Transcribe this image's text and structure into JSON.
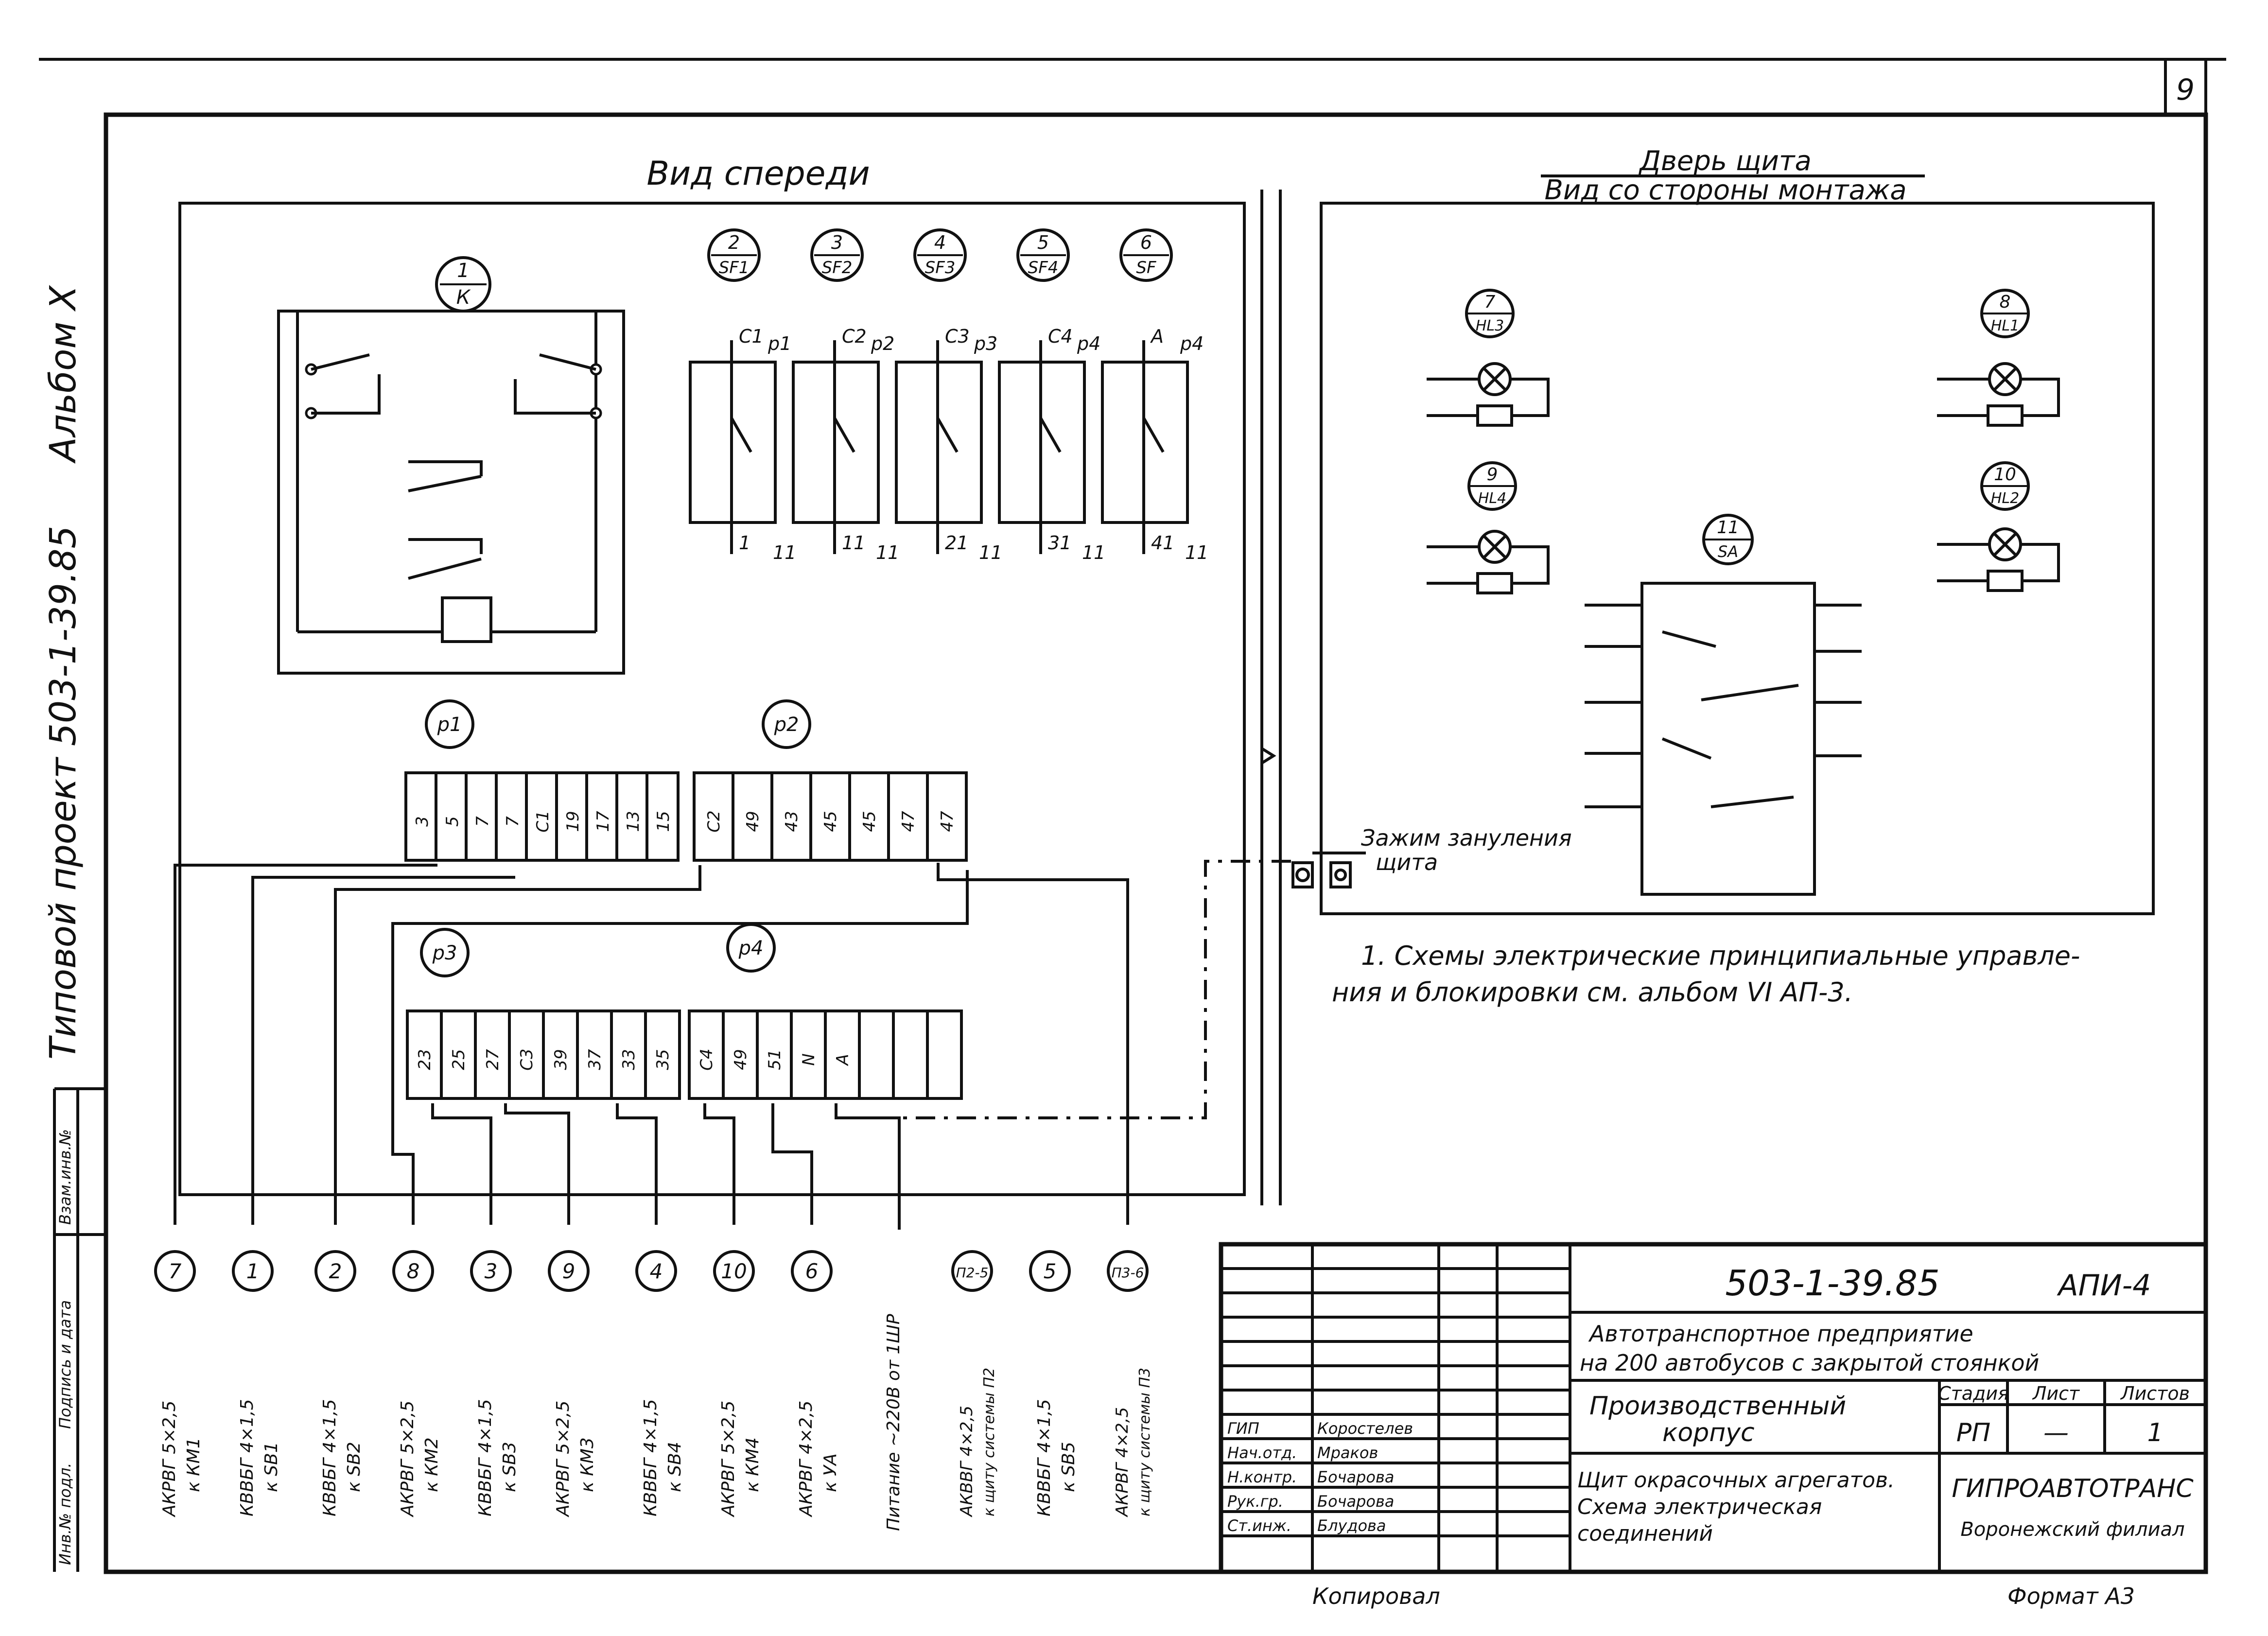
{
  "sheet_number": "9",
  "album_side": "Альбом X",
  "project_side": "Типовой проект 503-1-39.85",
  "front_view_title": "Вид спереди",
  "door_title_1": "Дверь щита",
  "door_title_2": "Вид со стороны монтажа",
  "relay_k": {
    "top": "1",
    "bottom": "К"
  },
  "breakers": [
    {
      "top": "2",
      "bottom": "SF1",
      "in": "С1",
      "in2": "р1",
      "out": "1",
      "out2": "11"
    },
    {
      "top": "3",
      "bottom": "SF2",
      "in": "С2",
      "in2": "р2",
      "out": "11",
      "out2": "11"
    },
    {
      "top": "4",
      "bottom": "SF3",
      "in": "С3",
      "in2": "р3",
      "out": "21",
      "out2": "11"
    },
    {
      "top": "5",
      "bottom": "SF4",
      "in": "С4",
      "in2": "р4",
      "out": "31",
      "out2": "11"
    },
    {
      "top": "6",
      "bottom": "SF",
      "in": "А",
      "in2": "р4",
      "out": "41",
      "out2": "11"
    }
  ],
  "lamps": [
    {
      "top": "7",
      "bottom": "НL3"
    },
    {
      "top": "8",
      "bottom": "НL1"
    },
    {
      "top": "9",
      "bottom": "НL4"
    },
    {
      "top": "10",
      "bottom": "НL2"
    }
  ],
  "switch_sa": {
    "top": "11",
    "bottom": "SA"
  },
  "terminals": {
    "p1": {
      "label": "р1",
      "cells": [
        "3",
        "5",
        "7",
        "7",
        "С1",
        "19",
        "17",
        "13",
        "15"
      ]
    },
    "p2": {
      "label": "р2",
      "cells": [
        "С2",
        "49",
        "43",
        "45",
        "45",
        "47",
        "47"
      ]
    },
    "p3": {
      "label": "р3",
      "cells": [
        "23",
        "25",
        "27",
        "С3",
        "39",
        "37",
        "33",
        "35"
      ]
    },
    "p4": {
      "label": "р4",
      "cells": [
        "С4",
        "49",
        "51",
        "N",
        "А",
        "",
        "",
        ""
      ]
    }
  },
  "ground_label_1": "Зажим зануления",
  "ground_label_2": "щита",
  "note_1": "1. Схемы электрические принципиальные управле-",
  "note_2": "ния и блокировки см. альбом VI АП-3.",
  "cables": [
    {
      "num": "7",
      "spec": "АКРВГ 5×2,5",
      "dest": "к КМ1"
    },
    {
      "num": "1",
      "spec": "КВВБГ 4×1,5",
      "dest": "к SB1"
    },
    {
      "num": "2",
      "spec": "КВВБГ 4×1,5",
      "dest": "к SB2"
    },
    {
      "num": "8",
      "spec": "АКРВГ 5×2,5",
      "dest": "к КМ2"
    },
    {
      "num": "3",
      "spec": "КВВБГ 4×1,5",
      "dest": "к SB3"
    },
    {
      "num": "9",
      "spec": "АКРВГ 5×2,5",
      "dest": "к КМ3"
    },
    {
      "num": "4",
      "spec": "КВВБГ 4×1,5",
      "dest": "к SB4"
    },
    {
      "num": "10",
      "spec": "АКРВГ 5×2,5",
      "dest": "к КМ4"
    },
    {
      "num": "6",
      "spec": "АКРВГ 4×2,5",
      "dest": "к УА"
    },
    {
      "num": "",
      "spec": "Питание ~220В от 1ШР",
      "dest": ""
    },
    {
      "num": "П2-5",
      "spec": "АКВВГ 4×2,5",
      "dest": "к щиту системы П2"
    },
    {
      "num": "5",
      "spec": "КВВБГ 4×1,5",
      "dest": "к SB5"
    },
    {
      "num": "П3-6",
      "spec": "АКРВГ 4×2,5",
      "dest": "к щиту системы П3"
    }
  ],
  "title_block": {
    "doc_code": "503-1-39.85",
    "sheet_code": "АПИ-4",
    "org_title_1": "Автотранспортное предприятие",
    "org_title_2": "на 200 автобусов с закрытой стоянкой",
    "building_1": "Производственный",
    "building_2": "корпус",
    "stage_h": "Стадия",
    "sheet_h": "Лист",
    "sheets_h": "Листов",
    "stage": "РП",
    "sheet": "—",
    "sheets": "1",
    "drawing_1": "Щит окрасочных агрегатов.",
    "drawing_2": "Схема электрическая",
    "drawing_3": "соединений",
    "company": "ГИПРОАВТОТРАНС",
    "branch": "Воронежский филиал",
    "staff": [
      {
        "role": "ГИП",
        "name": "Коростелев"
      },
      {
        "role": "Нач.отд.",
        "name": "Мраков"
      },
      {
        "role": "Н.контр.",
        "name": "Бочарова"
      },
      {
        "role": "Рук.гр.",
        "name": "Бочарова"
      },
      {
        "role": "Ст.инж.",
        "name": "Блудова"
      }
    ]
  },
  "stamp_col": [
    "Инв.№ подл.",
    "Подпись и дата",
    "Взам.инв.№"
  ],
  "copied": "Копировал",
  "format": "Формат А3"
}
